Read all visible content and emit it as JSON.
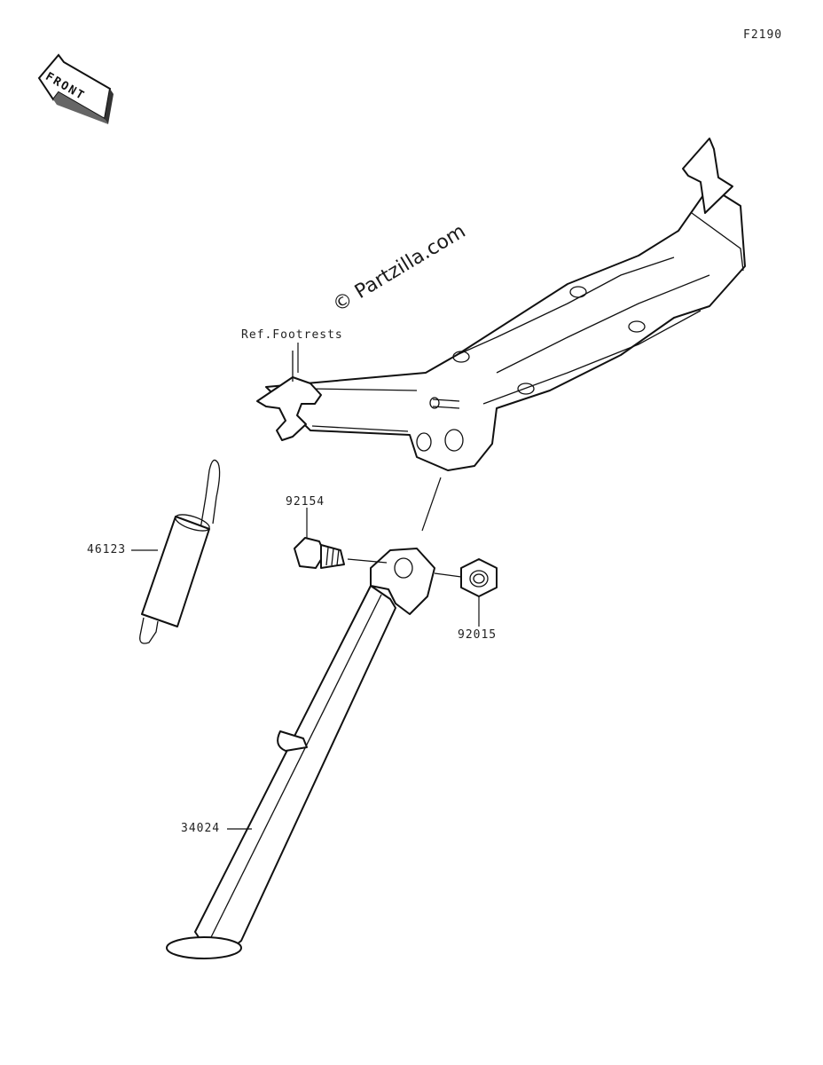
{
  "figure_code": "F2190",
  "front_label": "FRONT",
  "watermark": "© Partzilla.com",
  "callouts": {
    "ref_footrests": "Ref.Footrests",
    "spring": "46123",
    "bolt": "92154",
    "nut": "92015",
    "stand": "34024"
  }
}
